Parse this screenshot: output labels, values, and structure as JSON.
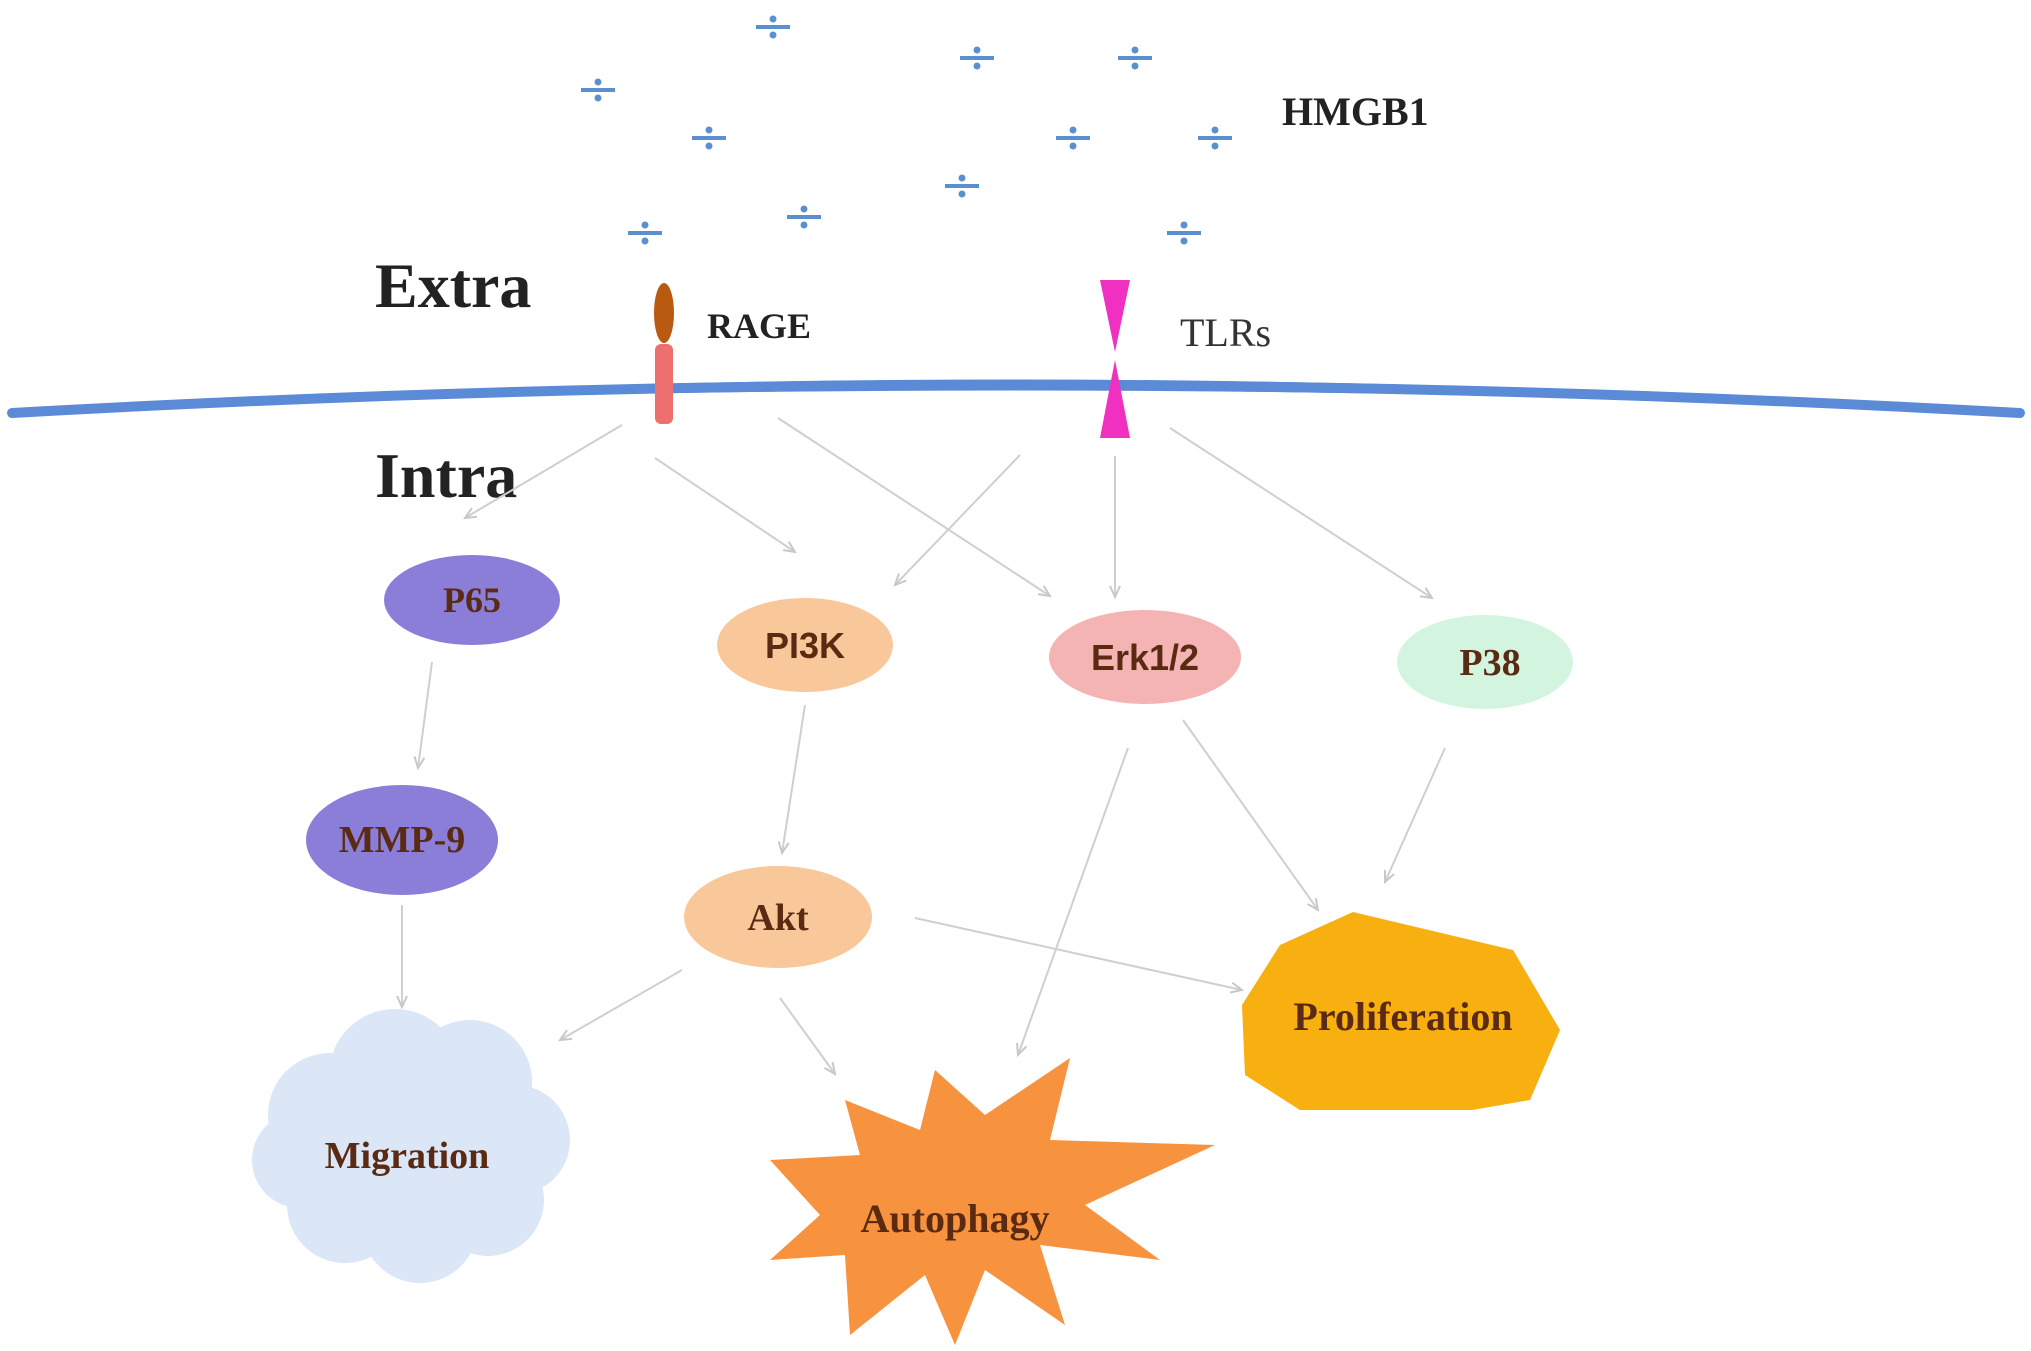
{
  "ligand": {
    "label": "HMGB1",
    "color": "#5b8fd0"
  },
  "regions": {
    "extra": "Extra",
    "intra": "Intra"
  },
  "membrane": {
    "color": "#5b8bd6"
  },
  "receptors": {
    "rage": {
      "label": "RAGE",
      "color_top": "#b85a10",
      "color_bottom": "#ee6f6f"
    },
    "tlrs": {
      "label": "TLRs",
      "color": "#f030c0"
    }
  },
  "nodes": {
    "p65": {
      "label": "P65",
      "color": "#8a7ed8"
    },
    "mmp9": {
      "label": "MMP-9",
      "color": "#8a7ed8"
    },
    "pi3k": {
      "label": "PI3K",
      "color": "#f8c79a"
    },
    "akt": {
      "label": "Akt",
      "color": "#f8c79a"
    },
    "erk": {
      "label": "Erk1/2",
      "color": "#f4b4b4"
    },
    "p38": {
      "label": "P38",
      "color": "#d3f5e0"
    }
  },
  "outcomes": {
    "migration": {
      "label": "Migration",
      "color": "#dbe6f7"
    },
    "autophagy": {
      "label": "Autophagy",
      "color": "#f7923e"
    },
    "proliferation": {
      "label": "Proliferation",
      "color": "#f8af10"
    }
  },
  "text_color": "#5a2a12",
  "arrow_color": "#cfcfcf"
}
